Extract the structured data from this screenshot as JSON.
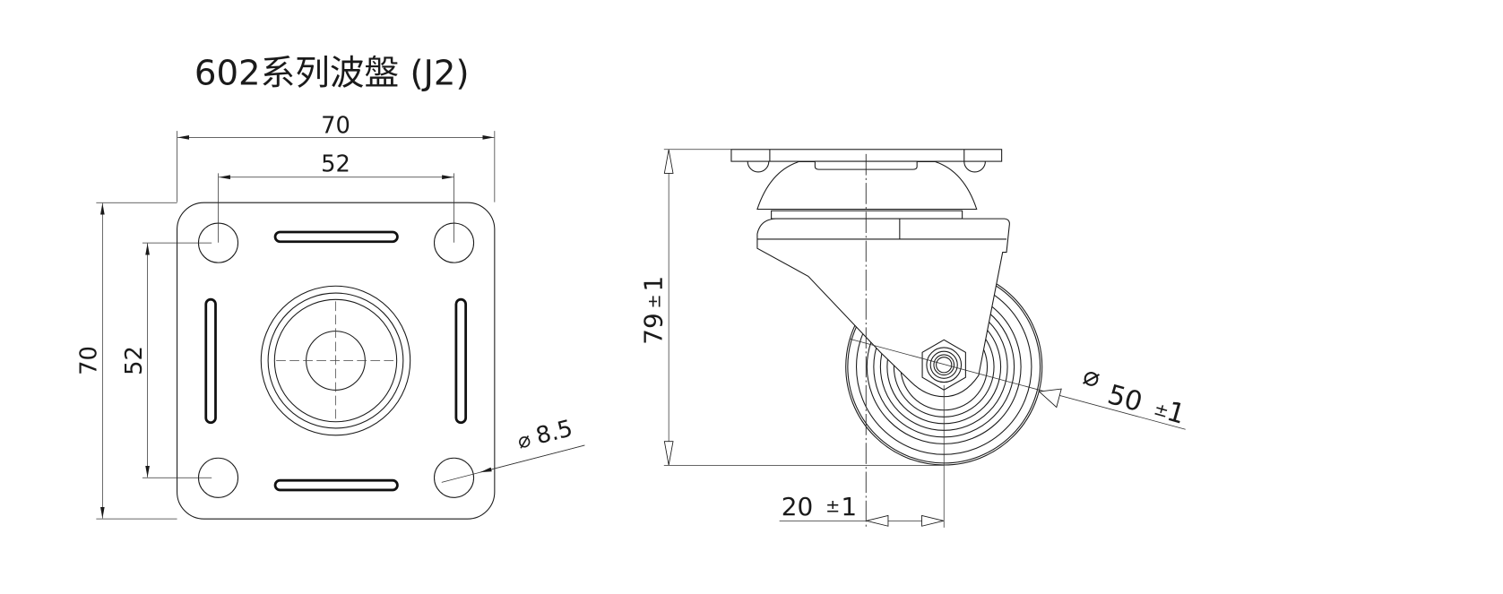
{
  "title": "602系列波盤 (J2)",
  "top_view": {
    "width_outer": "70",
    "width_holes": "52",
    "height_outer": "70",
    "height_holes": "52",
    "hole_diameter_symbol": "⌀",
    "hole_diameter": "8.5"
  },
  "side_view": {
    "height_value": "79",
    "height_tolerance": "1",
    "wheel_diameter_symbol": "⌀",
    "wheel_diameter_value": "50",
    "wheel_diameter_tolerance": "1",
    "offset_value": "20",
    "offset_tolerance": "1",
    "tolerance_symbol": "±"
  },
  "colors": {
    "line": "#1a1a1a",
    "background": "#ffffff"
  }
}
